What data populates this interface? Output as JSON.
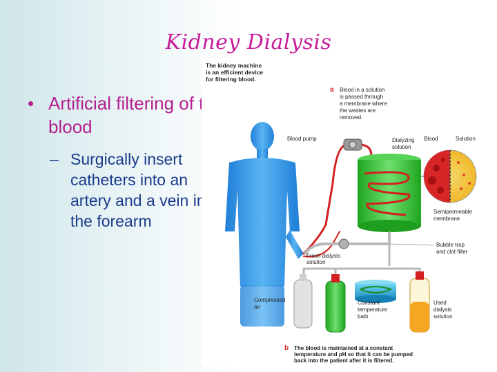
{
  "slide": {
    "title": "Kidney Dialysis",
    "bullet_1": "Artificial filtering of the blood",
    "bullet_1_marker": "•",
    "sub_bullet_1": "Surgically insert catheters into an artery and a  vein in the forearm",
    "sub_bullet_marker": "–"
  },
  "figure": {
    "header": [
      "The kidney machine",
      "is an efficient device",
      "for filtering blood."
    ],
    "caption_a_letter": "a",
    "caption_a": [
      "Blood in a solution",
      "is passed through",
      "a membrane where",
      "the wastes are",
      "removed."
    ],
    "caption_b_letter": "b",
    "caption_b": [
      "The blood is maintained at a constant",
      "temperature and pH so that it can be pumped",
      "back into the patient after it is filtered."
    ],
    "labels": {
      "blood_pump": "Blood pump",
      "dialyzing_solution": [
        "Dialyzing",
        "solution"
      ],
      "blood": "Blood",
      "solution": "Solution",
      "semipermeable_membrane": [
        "Semipermeable",
        "membrane"
      ],
      "bubble_trap": [
        "Bubble trap",
        "and clot filter"
      ],
      "fresh_dialysis": [
        "Fresh dialysis",
        "solution"
      ],
      "compressed_air": [
        "Compressed",
        "air"
      ],
      "constant_temperature": [
        "Constant",
        "temperature",
        "bath"
      ],
      "used_dialysis": [
        "Used",
        "dialysis",
        "solution"
      ]
    },
    "colors": {
      "title": "#c61c9a",
      "bullet": "#b3208f",
      "sub_bullet": "#1a3b8c",
      "figure_body": "#2a8fe0",
      "dialyzer": "#3cc43c",
      "blood_line": "#d42020",
      "used_solution": "#f5a623",
      "bath": "#1e9fd6"
    }
  }
}
